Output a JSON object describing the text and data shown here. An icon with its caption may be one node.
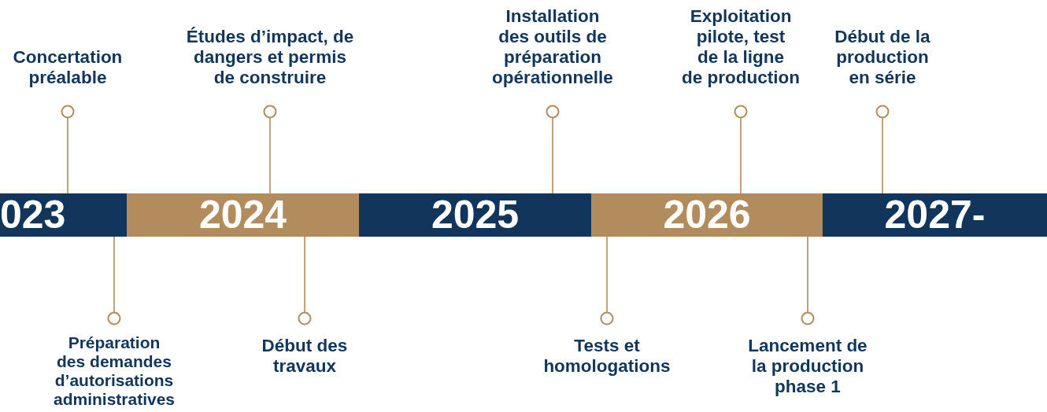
{
  "diagram": {
    "nodes": [
      {
        "text": [
          "023"
        ]
      },
      {
        "text": [
          "2024"
        ]
      },
      {
        "text": [
          "2025"
        ]
      },
      {
        "text": [
          "2026"
        ]
      },
      {
        "text": [
          "2027-"
        ]
      },
      {
        "text": [
          "Concertation préalable"
        ]
      },
      {
        "text": [
          "Études d’impact, de dangers et permis de construire"
        ]
      },
      {
        "text": [
          "Installation des outils de préparation opérationnelle"
        ]
      },
      {
        "text": [
          "Exploitation pilote, test de la ligne de production"
        ]
      },
      {
        "text": [
          "Début de la production en série"
        ]
      },
      {
        "text": [
          "Préparation des demandes d’autorisations administratives"
        ]
      },
      {
        "text": [
          "Début des travaux"
        ]
      },
      {
        "text": [
          "Tests et homologations"
        ]
      },
      {
        "text": [
          "Lancement de la production phase 1"
        ]
      }
    ],
    "edges": [
      {
        "from": 5,
        "to": 0,
        "arrow": "other"
      },
      {
        "from": 6,
        "to": 1,
        "arrow": "other"
      },
      {
        "from": 7,
        "to": 2,
        "arrow": "other"
      },
      {
        "from": 8,
        "to": 3,
        "arrow": "other"
      },
      {
        "from": 9,
        "to": 4,
        "arrow": "other"
      },
      {
        "from": 10,
        "to": 0,
        "arrow": "other"
      },
      {
        "from": 11,
        "to": 1,
        "arrow": "other"
      },
      {
        "from": 12,
        "to": 3,
        "arrow": "other"
      },
      {
        "from": 13,
        "to": 3,
        "arrow": "other"
      }
    ]
  }
}
